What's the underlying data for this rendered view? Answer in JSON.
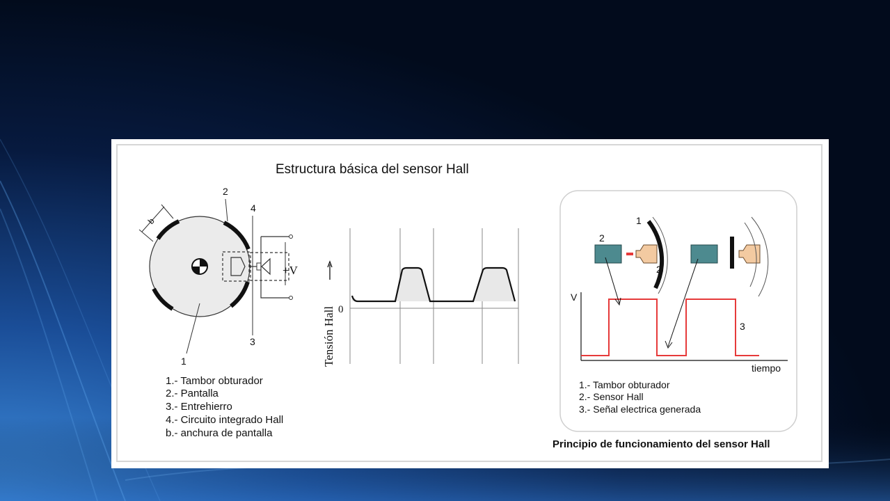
{
  "left_panel": {
    "title": "Estructura básica del sensor Hall",
    "callouts": {
      "n1": "1",
      "n2": "2",
      "n3": "3",
      "n4": "4",
      "b": "b"
    },
    "supply_label": "+V",
    "legend": [
      "1.- Tambor obturador",
      "2.- Pantalla",
      "3.- Entrehierro",
      "4.- Circuito integrado Hall",
      "b.- anchura de pantalla"
    ]
  },
  "waveform": {
    "ylabel": "Tensión Hall",
    "zero_label": "0"
  },
  "right_panel": {
    "callouts": {
      "a1": "1",
      "a2": "2",
      "b2": "2",
      "s3": "3"
    },
    "ylabel": "V",
    "xlabel": "tiempo",
    "legend": [
      "1.- Tambor obturador",
      "2.- Sensor Hall",
      "3.- Señal electrica generada"
    ],
    "caption": "Principio de funcionamiento del sensor Hall"
  },
  "colors": {
    "signal": "#e63a3a",
    "sensor_body": "#4d8a8f",
    "magnet": "#f3caa1"
  }
}
